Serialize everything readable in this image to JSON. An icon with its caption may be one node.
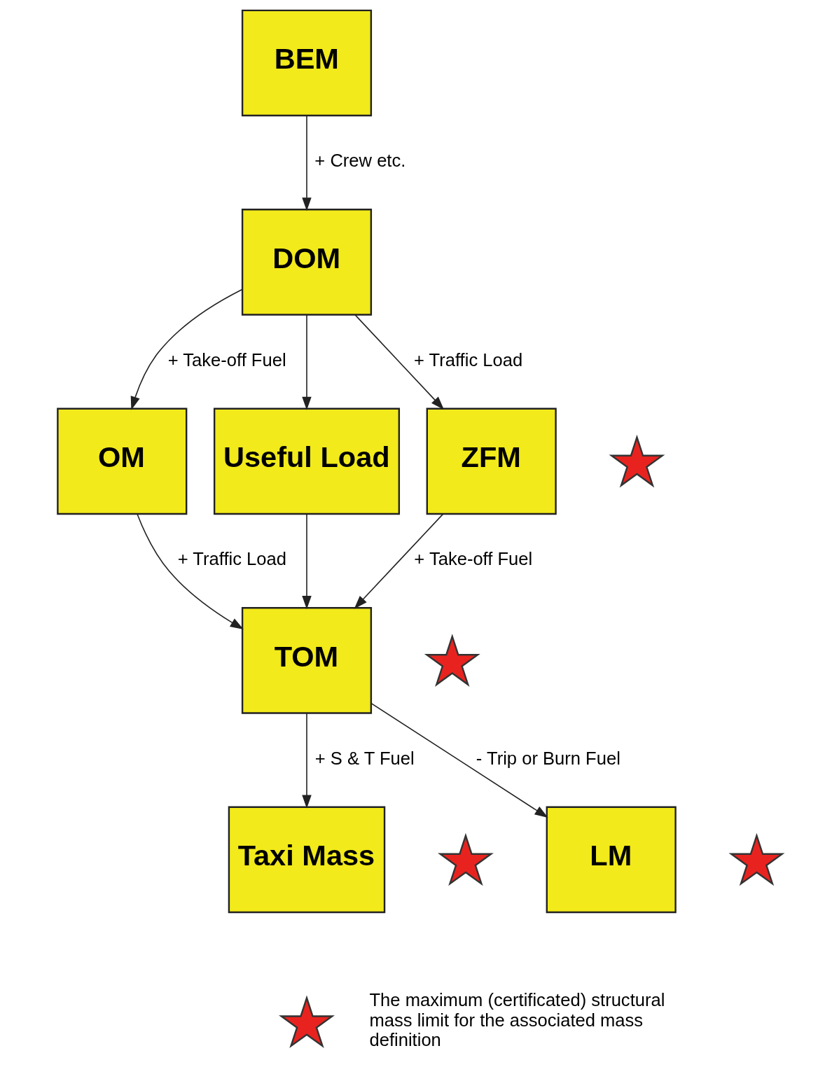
{
  "diagram": {
    "nodes": [
      {
        "text": [
          "BEM"
        ]
      },
      {
        "text": [
          "DOM"
        ]
      },
      {
        "text": [
          "OM"
        ]
      },
      {
        "text": [
          "Useful Load"
        ]
      },
      {
        "text": [
          "ZFM"
        ]
      },
      {
        "text": [],
        "shape": "star"
      },
      {
        "text": [
          "TOM"
        ]
      },
      {
        "text": [],
        "shape": "star"
      },
      {
        "text": [
          "LM"
        ]
      },
      {
        "text": [],
        "shape": "star"
      },
      {
        "text": [
          "Taxi Mass"
        ]
      },
      {
        "text": [],
        "shape": "star"
      },
      {
        "text": [],
        "shape": "star"
      }
    ],
    "edges": [
      {
        "from": 0,
        "to": 1,
        "arrow": "to",
        "label": "+ Crew etc."
      },
      {
        "from": 1,
        "to": 2,
        "arrow": "to",
        "label": "+ Take-off Fuel"
      },
      {
        "from": 1,
        "to": 3,
        "arrow": "to"
      },
      {
        "from": 1,
        "to": 4,
        "arrow": "to",
        "label": "+ Traffic Load"
      },
      {
        "from": 2,
        "to": 6,
        "arrow": "to",
        "label": "+ Traffic Load"
      },
      {
        "from": 3,
        "to": 6,
        "arrow": "to"
      },
      {
        "from": 4,
        "to": 6,
        "arrow": "to",
        "label": "+ Take-off Fuel"
      },
      {
        "from": 6,
        "to": 8,
        "arrow": "to",
        "label": "- Trip or Burn Fuel"
      },
      {
        "from": 6,
        "to": 10,
        "arrow": "to",
        "label": "+ S & T Fuel"
      }
    ],
    "legend": [
      {
        "text": "The maximum (certificated) structural mass limit for the associated mass definition"
      }
    ]
  }
}
